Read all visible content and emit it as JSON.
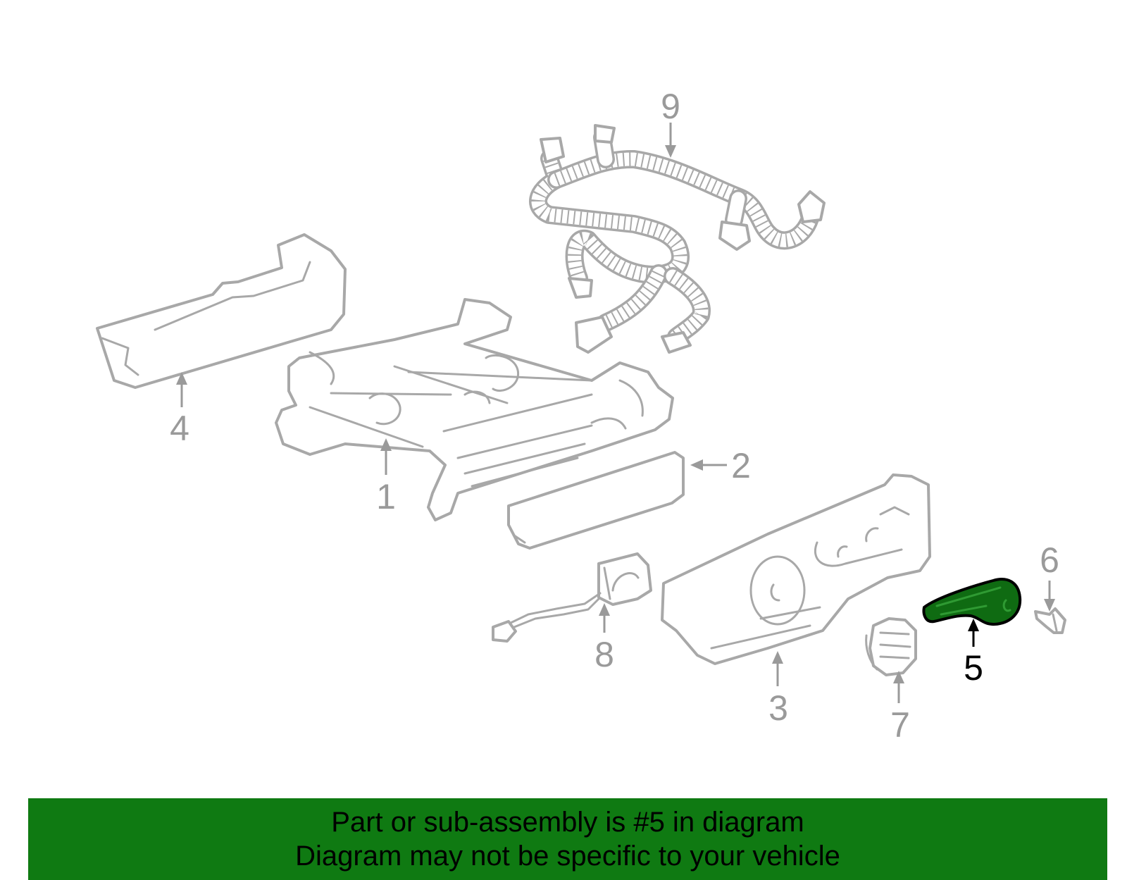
{
  "callouts": {
    "c1": "1",
    "c2": "2",
    "c3": "3",
    "c4": "4",
    "c5": "5",
    "c6": "6",
    "c7": "7",
    "c8": "8",
    "c9": "9"
  },
  "selected_part": "5",
  "colors": {
    "banner_background": "#0f7a12",
    "highlight_fill": "#0f6b12",
    "line_art": "#a8a8a8"
  },
  "banner": {
    "line1": "Part or sub-assembly is #5 in diagram",
    "line2": "Diagram may not be specific to your vehicle"
  }
}
